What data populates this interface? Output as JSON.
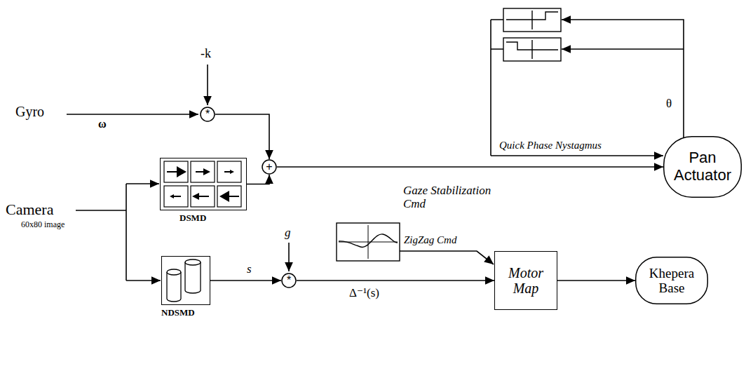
{
  "diagram": {
    "nodes": [
      {
        "text": [
          "*"
        ]
      },
      {
        "text": [
          "+"
        ]
      },
      {
        "text": [
          "Pan Actuator"
        ]
      },
      {
        "text": [
          "DSMD"
        ]
      },
      {
        "text": [
          "NDSMD"
        ]
      },
      {
        "text": [
          "*"
        ]
      },
      {
        "text": [
          "Motor Map"
        ]
      },
      {
        "text": [
          "Khepera Base"
        ]
      }
    ],
    "edges": [
      {
        "from": 0,
        "to": 1,
        "arrow": "to"
      },
      {
        "from": 1,
        "to": 2,
        "label": "Gaze Stabilization Cmd",
        "arrow": "to"
      },
      {
        "from": 3,
        "to": 1,
        "arrow": "to"
      },
      {
        "from": 4,
        "to": 5,
        "label": "s",
        "arrow": "to"
      },
      {
        "from": 5,
        "to": 6,
        "label": "Δ⁻¹(s)",
        "arrow": "to"
      },
      {
        "from": 6,
        "to": 7,
        "arrow": "to"
      }
    ],
    "labels": [
      "Gyro",
      "ω",
      "-k",
      "Camera",
      "60x80 image",
      "θ",
      "Quick Phase Nystagmus",
      "g",
      "ZigZag Cmd"
    ]
  }
}
